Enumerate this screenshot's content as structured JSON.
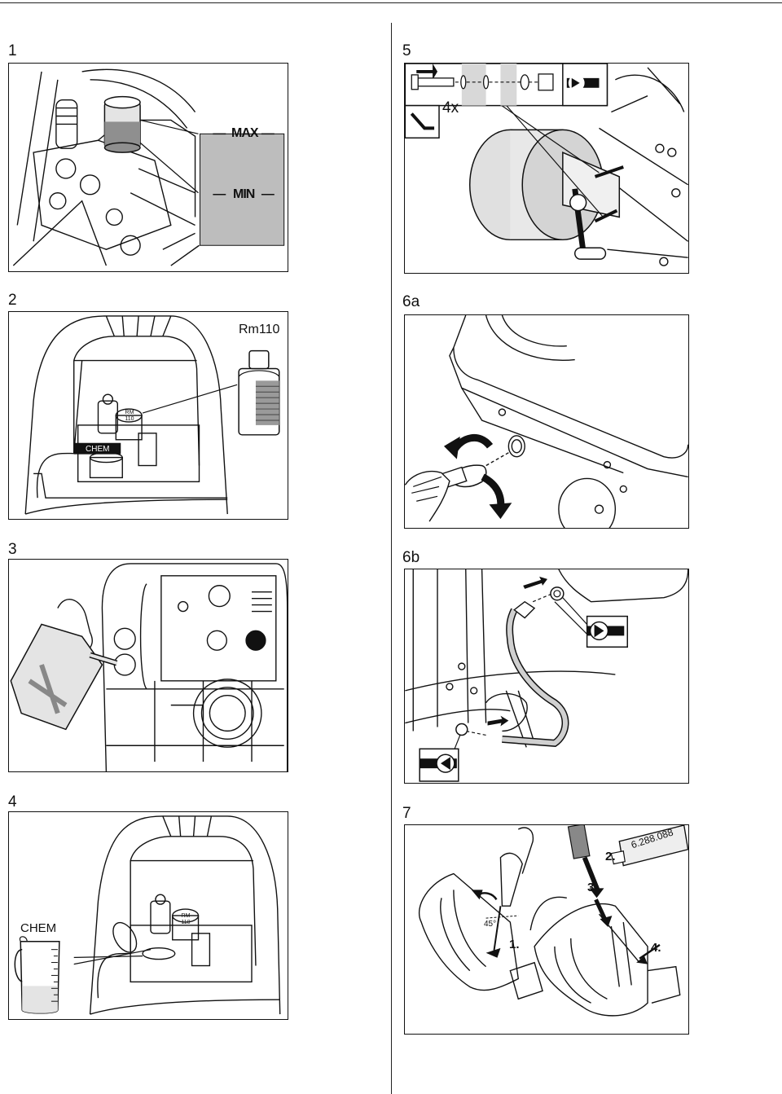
{
  "figures": [
    {
      "id": "1",
      "number": "1"
    },
    {
      "id": "2",
      "number": "2"
    },
    {
      "id": "3",
      "number": "3"
    },
    {
      "id": "4",
      "number": "4"
    },
    {
      "id": "5",
      "number": "5"
    },
    {
      "id": "6a",
      "number": "6a"
    },
    {
      "id": "6b",
      "number": "6b"
    },
    {
      "id": "7",
      "number": "7"
    }
  ],
  "fig1": {
    "max_label": "MAX",
    "min_label": "MIN"
  },
  "fig2": {
    "product_label": "Rm110",
    "cap_label": "RM 110",
    "chem_label": "CHEM"
  },
  "fig4": {
    "chem_label": "CHEM",
    "cap_label": "RM 110"
  },
  "fig5": {
    "count_label": "4x"
  },
  "fig7": {
    "part_number": "6.288.088",
    "angle_label": "45°",
    "step1": "1.",
    "step2": "2.",
    "step3": "3.",
    "step4": "4."
  },
  "colors": {
    "ink": "#111111",
    "fill_gray": "#bdbdbd",
    "light_gray": "#e4e4e4"
  }
}
